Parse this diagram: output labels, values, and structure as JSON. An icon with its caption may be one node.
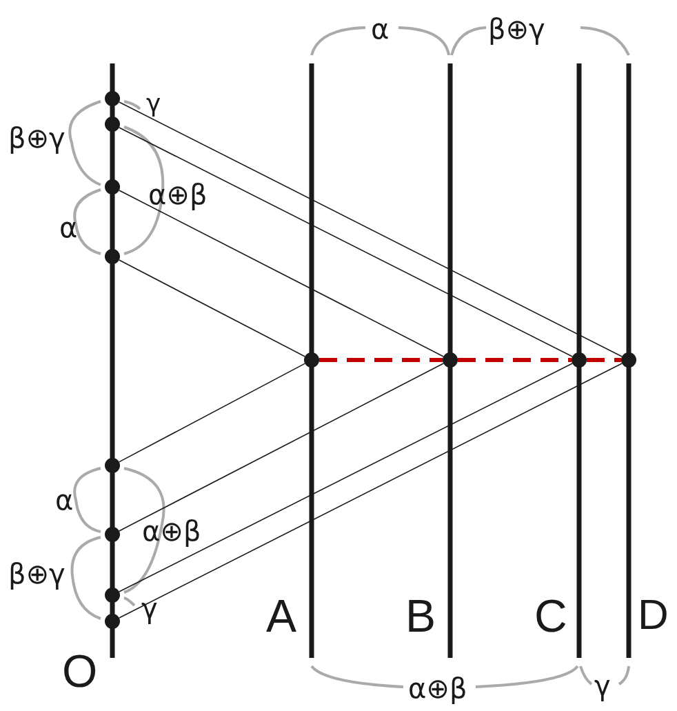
{
  "diagram": {
    "nodes": [
      {
        "text": [],
        "shape": "circle"
      },
      {
        "text": [],
        "shape": "circle"
      },
      {
        "text": [],
        "shape": "circle"
      },
      {
        "text": [],
        "shape": "circle"
      },
      {
        "text": [],
        "shape": "circle"
      },
      {
        "text": [],
        "shape": "circle"
      },
      {
        "text": [],
        "shape": "circle"
      },
      {
        "text": [],
        "shape": "circle"
      },
      {
        "text": [],
        "shape": "circle"
      },
      {
        "text": [],
        "shape": "circle"
      },
      {
        "text": [],
        "shape": "circle"
      },
      {
        "text": [],
        "shape": "circle"
      }
    ],
    "edges": [
      {
        "from": 0,
        "to": 7,
        "arrow": "none"
      },
      {
        "from": 1,
        "to": 6,
        "arrow": "none"
      },
      {
        "from": 2,
        "to": 5,
        "arrow": "none"
      },
      {
        "from": 3,
        "to": 4,
        "arrow": "none"
      },
      {
        "from": 8,
        "to": 4,
        "arrow": "none"
      },
      {
        "from": 9,
        "to": 5,
        "arrow": "none"
      },
      {
        "from": 10,
        "to": 6,
        "arrow": "none"
      },
      {
        "from": 11,
        "to": 7,
        "arrow": "none"
      },
      {
        "from": 4,
        "to": 5,
        "arrow": "none",
        "style": "dashed",
        "color": "#c00000"
      },
      {
        "from": 5,
        "to": 6,
        "arrow": "none",
        "style": "dashed",
        "color": "#c00000"
      },
      {
        "from": 6,
        "to": 7,
        "arrow": "none",
        "style": "dashed",
        "color": "#c00000"
      }
    ],
    "labels": [
      "α",
      "β⊕γ",
      "γ",
      "β⊕γ",
      "α⊕β",
      "α",
      "α",
      "α⊕β",
      "β⊕γ",
      "γ",
      "A",
      "B",
      "C",
      "D",
      "O",
      "α⊕β",
      "γ"
    ]
  }
}
